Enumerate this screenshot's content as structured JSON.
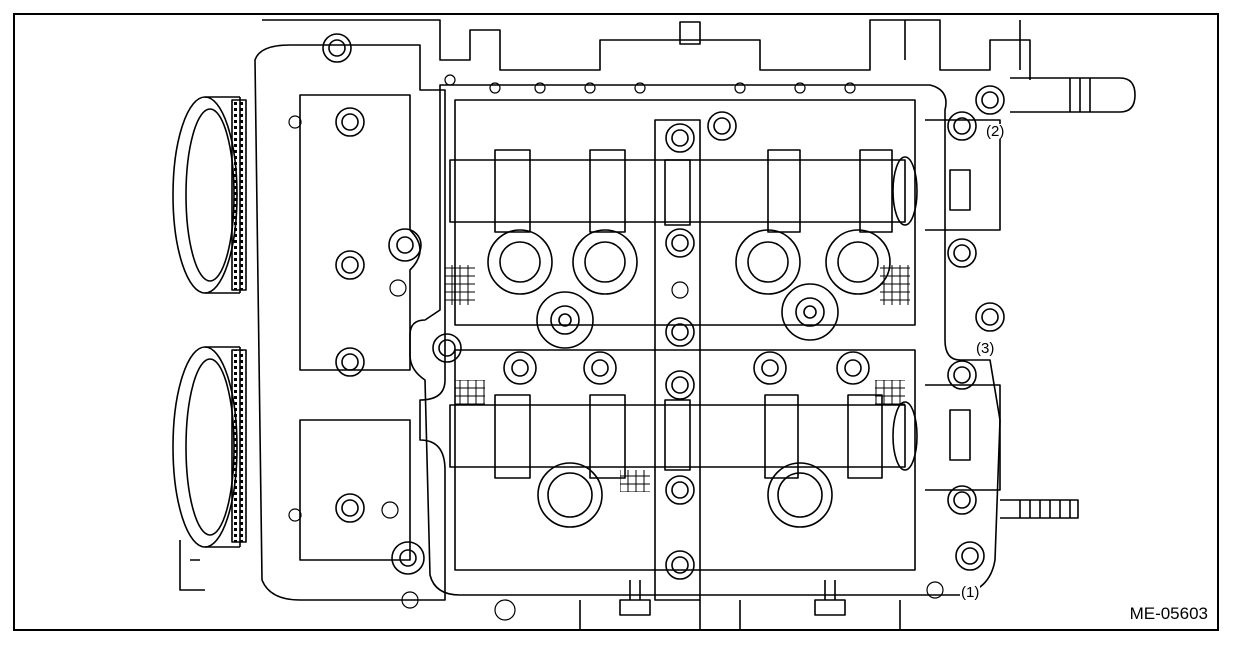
{
  "figure": {
    "code": "ME-05603",
    "callouts": [
      {
        "id": "1",
        "label": "(1)"
      },
      {
        "id": "2",
        "label": "(2)"
      },
      {
        "id": "3",
        "label": "(3)"
      }
    ]
  }
}
